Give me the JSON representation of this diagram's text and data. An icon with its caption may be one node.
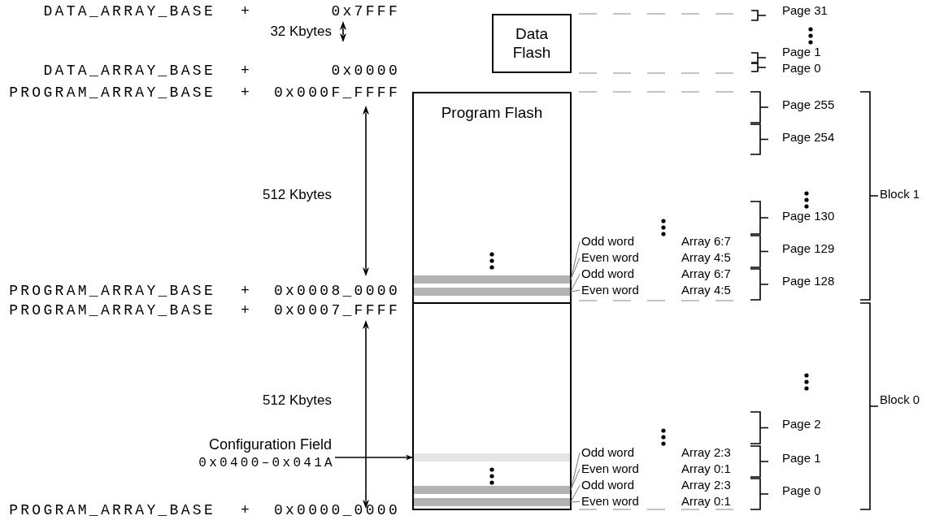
{
  "diagram": {
    "nodes": [
      {
        "text": [
          "Data Flash"
        ]
      },
      {
        "text": [
          "Program Flash"
        ]
      },
      {
        "text": [],
        "shape": "bar",
        "in": 1
      },
      {
        "text": [],
        "shape": "bar",
        "in": 1
      },
      {
        "text": [],
        "shape": "bar",
        "in": 1
      },
      {
        "text": [],
        "shape": "bar",
        "in": 1
      },
      {
        "text": [],
        "shape": "bar",
        "in": 1
      },
      {
        "text": [
          "Configuration Field",
          "0x0400–0x041A"
        ]
      },
      {
        "text": [
          "Odd word"
        ],
        "beside": [
          "Array 6:7"
        ]
      },
      {
        "text": [
          "Even word"
        ],
        "beside": [
          "Array 4:5"
        ]
      },
      {
        "text": [
          "Odd word"
        ],
        "beside": [
          "Array 6:7"
        ]
      },
      {
        "text": [
          "Even word"
        ],
        "beside": [
          "Array 4:5"
        ]
      },
      {
        "text": [
          "Odd word"
        ],
        "beside": [
          "Array 2:3"
        ]
      },
      {
        "text": [
          "Even word"
        ],
        "beside": [
          "Array 0:1"
        ]
      },
      {
        "text": [
          "Odd word"
        ],
        "beside": [
          "Array 2:3"
        ]
      },
      {
        "text": [
          "Even word"
        ],
        "beside": [
          "Array 0:1"
        ]
      }
    ],
    "edges": [
      {
        "from": 7,
        "to": 4,
        "arrow": "to",
        "color": "#000000"
      },
      {
        "from": 8,
        "to": 2,
        "arrow": "none"
      },
      {
        "from": 9,
        "to": 2,
        "arrow": "none"
      },
      {
        "from": 10,
        "to": 3,
        "arrow": "none"
      },
      {
        "from": 11,
        "to": 3,
        "arrow": "none"
      },
      {
        "from": 12,
        "to": 5,
        "arrow": "none"
      },
      {
        "from": 13,
        "to": 5,
        "arrow": "none"
      },
      {
        "from": 14,
        "to": 6,
        "arrow": "none"
      },
      {
        "from": 15,
        "to": 6,
        "arrow": "none"
      }
    ],
    "labels": [
      "DATA_ARRAY_BASE",
      "+",
      "0x7FFF",
      "Page 31",
      "32 Kbytes",
      "Page 1",
      "DATA_ARRAY_BASE",
      "+",
      "0x0000",
      "Page 0",
      "PROGRAM_ARRAY_BASE",
      "+",
      "0x000F_FFFF",
      "Page 255",
      "Page 254",
      "512 Kbytes",
      "Block 1",
      "Page 130",
      "Page 129",
      "Page 128",
      "PROGRAM_ARRAY_BASE",
      "+",
      "0x0008_0000",
      "PROGRAM_ARRAY_BASE",
      "+",
      "0x0007_FFFF",
      "512 Kbytes",
      "Block 0",
      "Page 2",
      "Page 1",
      "Page 0",
      "PROGRAM_ARRAY_BASE",
      "+",
      "0x0000_0000"
    ]
  }
}
